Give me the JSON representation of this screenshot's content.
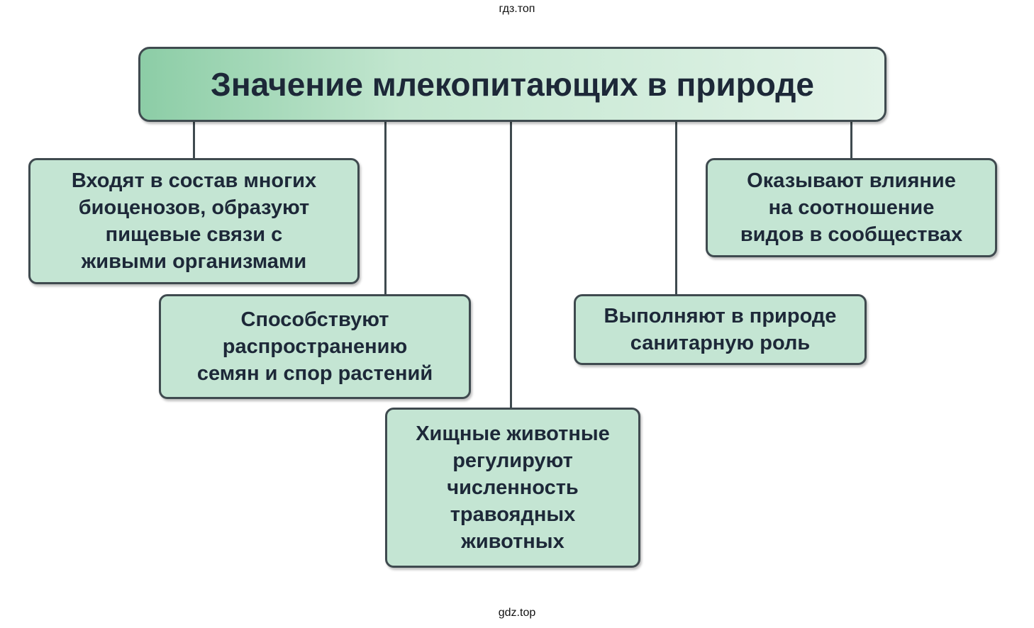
{
  "watermark_top": "гдз.топ",
  "watermark_bottom": "gdz.top",
  "title": "Значение млекопитающих в природе",
  "boxes": [
    {
      "lines": [
        "Входят в состав многих",
        "биоценозов, образуют",
        "пищевые связи с",
        "живыми организмами"
      ]
    },
    {
      "lines": [
        "Способствуют",
        "распространению",
        "семян и спор растений"
      ]
    },
    {
      "lines": [
        "Хищные животные",
        "регулируют",
        "численность",
        "травоядных",
        "животных"
      ]
    },
    {
      "lines": [
        "Выполняют в природе",
        "санитарную роль"
      ]
    },
    {
      "lines": [
        "Оказывают влияние",
        "на соотношение",
        "видов в сообществах"
      ]
    }
  ],
  "colors": {
    "box_fill": "#c4e5d3",
    "border": "#3f4a4f",
    "text": "#1d2838"
  }
}
